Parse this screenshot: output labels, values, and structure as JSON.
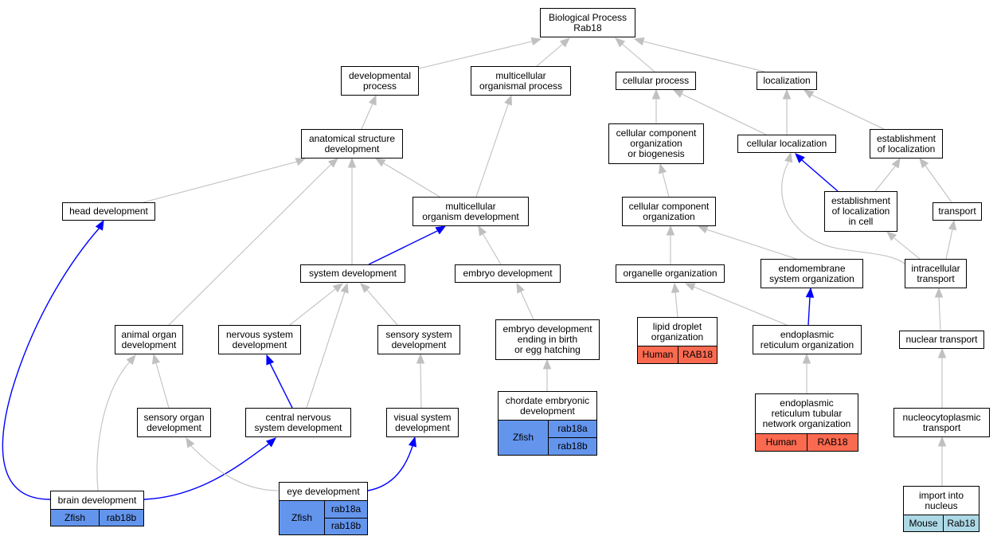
{
  "colors": {
    "edge_gray": "#c0c0c0",
    "edge_blue": "#0000ff",
    "zfish": "#6495ed",
    "human": "#fa6a50",
    "mouse": "#add8e6"
  },
  "nodes": {
    "root": "Biological Process\nRab18",
    "developmental_process": "developmental\nprocess",
    "multicellular_organismal_process": "multicellular\norganismal process",
    "cellular_process": "cellular process",
    "localization": "localization",
    "anatomical_structure_development": "anatomical structure\ndevelopment",
    "ccob": "cellular component\norganization\nor biogenesis",
    "cellular_localization": "cellular localization",
    "establishment_of_localization": "establishment\nof localization",
    "head_development": "head development",
    "multicellular_organism_development": "multicellular\norganism development",
    "cellular_component_organization": "cellular component\norganization",
    "establishment_of_localization_in_cell": "establishment\nof localization\nin cell",
    "transport": "transport",
    "system_development": "system development",
    "embryo_development": "embryo development",
    "organelle_organization": "organelle organization",
    "endomembrane_system_organization": "endomembrane\nsystem organization",
    "intracellular_transport": "intracellular\ntransport",
    "animal_organ_development": "animal organ\ndevelopment",
    "nervous_system_development": "nervous system\ndevelopment",
    "sensory_system_development": "sensory system\ndevelopment",
    "embryo_dev_birth": "embryo development\nending in birth\nor egg hatching",
    "er_organization": "endoplasmic\nreticulum organization",
    "nuclear_transport": "nuclear transport",
    "sensory_organ_development": "sensory organ\ndevelopment",
    "cns_development": "central nervous\nsystem development",
    "visual_system_development": "visual system\ndevelopment",
    "nucleocytoplasmic_transport": "nucleocytoplasmic\ntransport"
  },
  "annotated": {
    "brain_development": {
      "title": "brain development",
      "organism": "Zfish",
      "genes": [
        "rab18b"
      ]
    },
    "eye_development": {
      "title": "eye development",
      "organism": "Zfish",
      "genes": [
        "rab18a",
        "rab18b"
      ]
    },
    "chordate_embryonic_development": {
      "title": "chordate embryonic\ndevelopment",
      "organism": "Zfish",
      "genes": [
        "rab18a",
        "rab18b"
      ]
    },
    "lipid_droplet_organization": {
      "title": "lipid droplet\norganization",
      "organism": "Human",
      "genes": [
        "RAB18"
      ]
    },
    "er_tubular_network_organization": {
      "title": "endoplasmic\nreticulum tubular\nnetwork organization",
      "organism": "Human",
      "genes": [
        "RAB18"
      ]
    },
    "import_into_nucleus": {
      "title": "import into\nnucleus",
      "organism": "Mouse",
      "genes": [
        "Rab18"
      ]
    }
  }
}
